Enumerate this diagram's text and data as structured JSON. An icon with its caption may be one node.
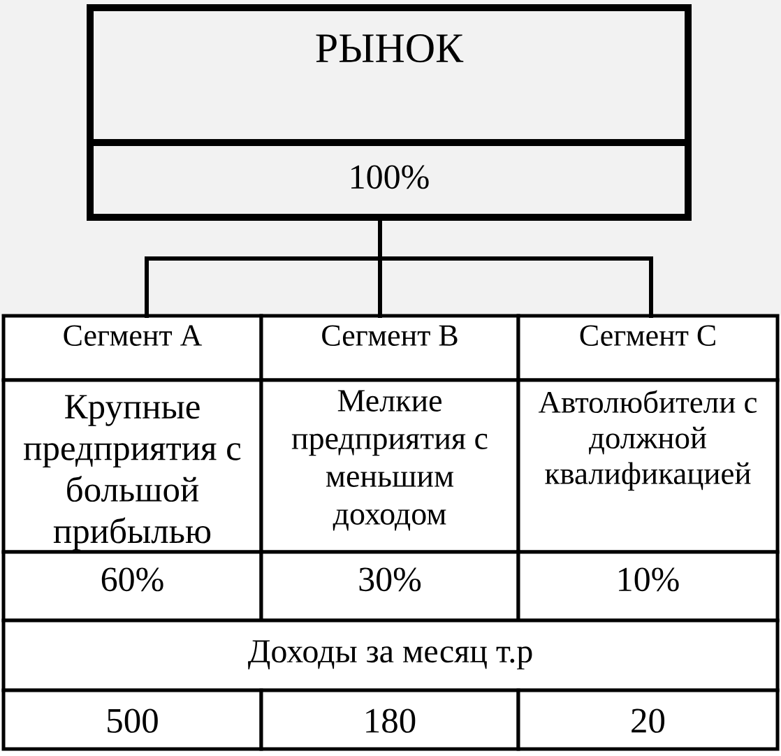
{
  "diagram": {
    "nodes": [
      {
        "text": [
          "РЫНОК",
          "100%"
        ]
      },
      {
        "text": [
          "Сегмент А"
        ]
      },
      {
        "text": [
          "Сегмент В"
        ]
      },
      {
        "text": [
          "Сегмент С"
        ]
      },
      {
        "text": [
          "Крупные предприятия с большой прибылью"
        ]
      },
      {
        "text": [
          "Мелкие предприятия с меньшим доходом"
        ]
      },
      {
        "text": [
          "Автолюбители с должной квалификацией"
        ]
      },
      {
        "text": [
          "60%"
        ]
      },
      {
        "text": [
          "30%"
        ]
      },
      {
        "text": [
          "10%"
        ]
      },
      {
        "text": [
          "Доходы за месяц т.р"
        ]
      },
      {
        "text": [
          "500"
        ]
      },
      {
        "text": [
          "180"
        ]
      },
      {
        "text": [
          "20"
        ]
      }
    ],
    "edges": [
      {
        "from": 0,
        "to": 1,
        "arrow": "none"
      },
      {
        "from": 0,
        "to": 2,
        "arrow": "none"
      },
      {
        "from": 0,
        "to": 3,
        "arrow": "none"
      }
    ]
  }
}
